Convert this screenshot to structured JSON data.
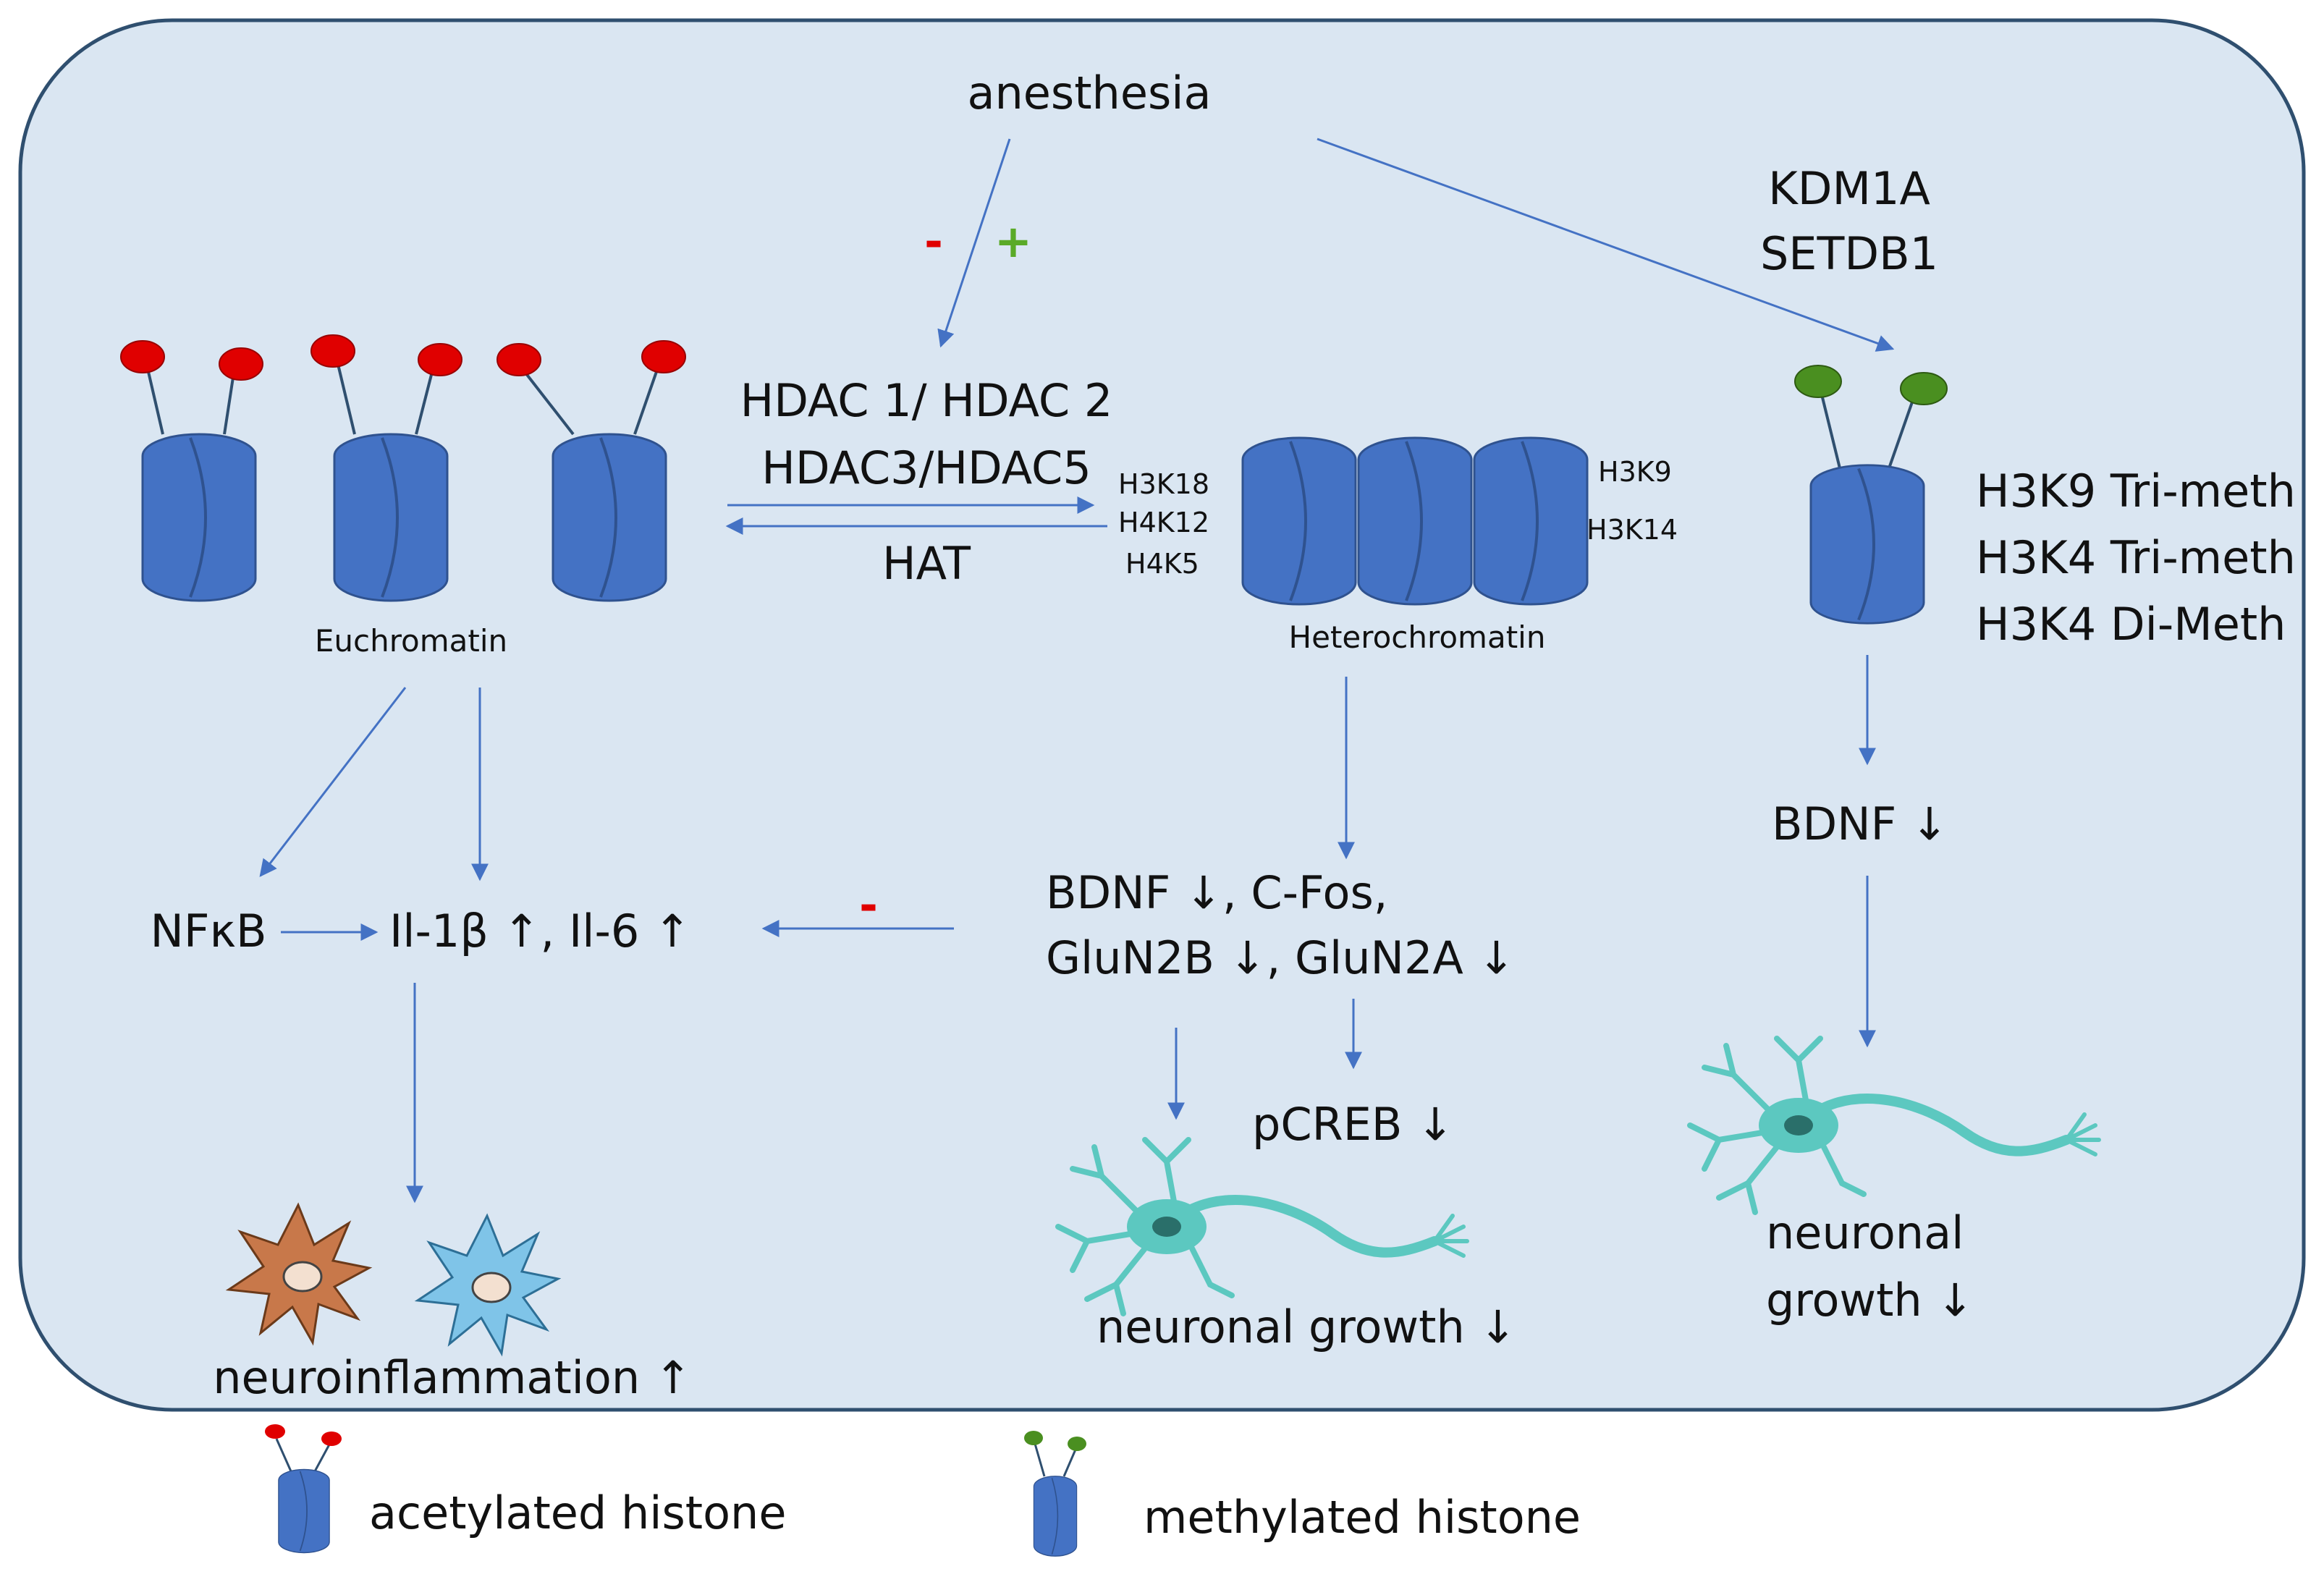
{
  "top": {
    "trigger": "anesthesia",
    "minus_sign": "-",
    "plus_sign": "+"
  },
  "enzymes": {
    "demethylase": "KDM1A",
    "methyltransferase": "SETDB1"
  },
  "acetylation": {
    "hdac_line1": "HDAC 1/ HDAC 2",
    "hdac_line2": "HDAC3/HDAC5",
    "hat": "HAT",
    "left_sites": [
      "H3K18",
      "H4K12",
      "H4K5"
    ],
    "right_sites": [
      "H3K9",
      "H3K14"
    ]
  },
  "chromatin": {
    "euchromatin": "Euchromatin",
    "heterochromatin": "Heterochromatin"
  },
  "methylation_marks": [
    "H3K9 Tri-meth",
    "H3K4 Tri-meth",
    "H3K4 Di-Meth"
  ],
  "inflammation": {
    "nfkb": "NFκB",
    "cytokines": "Il-1β ↑, Il-6 ↑",
    "outcome": "neuroinflammation ↑",
    "inhibition_sign": "-"
  },
  "middle_pathway": {
    "genes_line1": "BDNF ↓, C-Fos,",
    "genes_line2": "GluN2B ↓, GluN2A ↓",
    "pcreb": "pCREB ↓",
    "outcome": "neuronal growth ↓"
  },
  "right_pathway": {
    "bdnf": "BDNF ↓",
    "outcome_line1": "neuronal",
    "outcome_line2": "growth ↓"
  },
  "legend": {
    "acetylated": "acetylated histone",
    "methylated": "methylated histone"
  },
  "colors": {
    "panel_fill": "#dae6f2",
    "panel_stroke": "#2f4f6f",
    "histone": "#4472c4",
    "histone_dark": "#2f528f",
    "acetyl_mark": "#e00000",
    "methyl_mark": "#4a8f20",
    "arrow": "#4472c4",
    "neuron": "#5cc8c0",
    "microglia_orange": "#c8784a",
    "microglia_blue": "#7fc4e8",
    "minus_red": "#e00000",
    "plus_green": "#5aaa28"
  }
}
